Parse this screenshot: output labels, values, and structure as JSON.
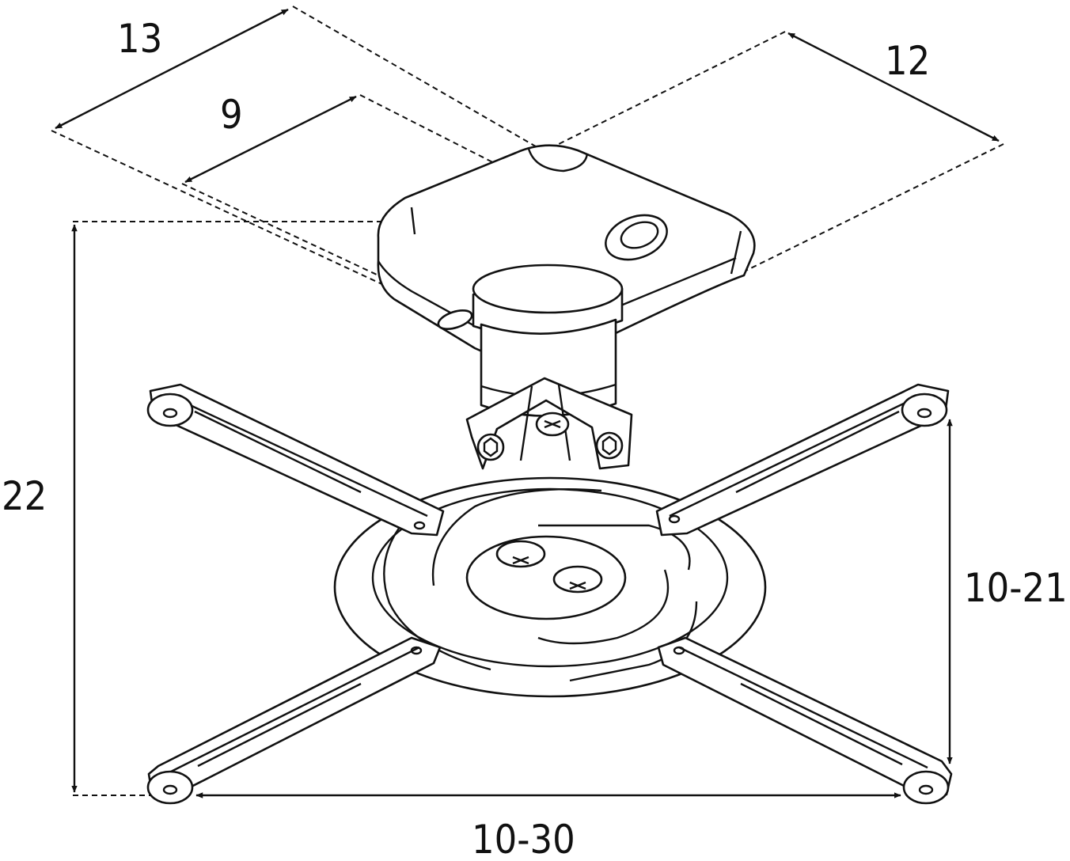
{
  "dimensions": {
    "depth_outer": "13",
    "depth_inner": "9",
    "width_plate": "12",
    "height_total": "22",
    "arm_span_vertical": "10-21",
    "arm_span_horizontal": "10-30"
  },
  "colors": {
    "line": "#111111",
    "background": "#ffffff"
  }
}
